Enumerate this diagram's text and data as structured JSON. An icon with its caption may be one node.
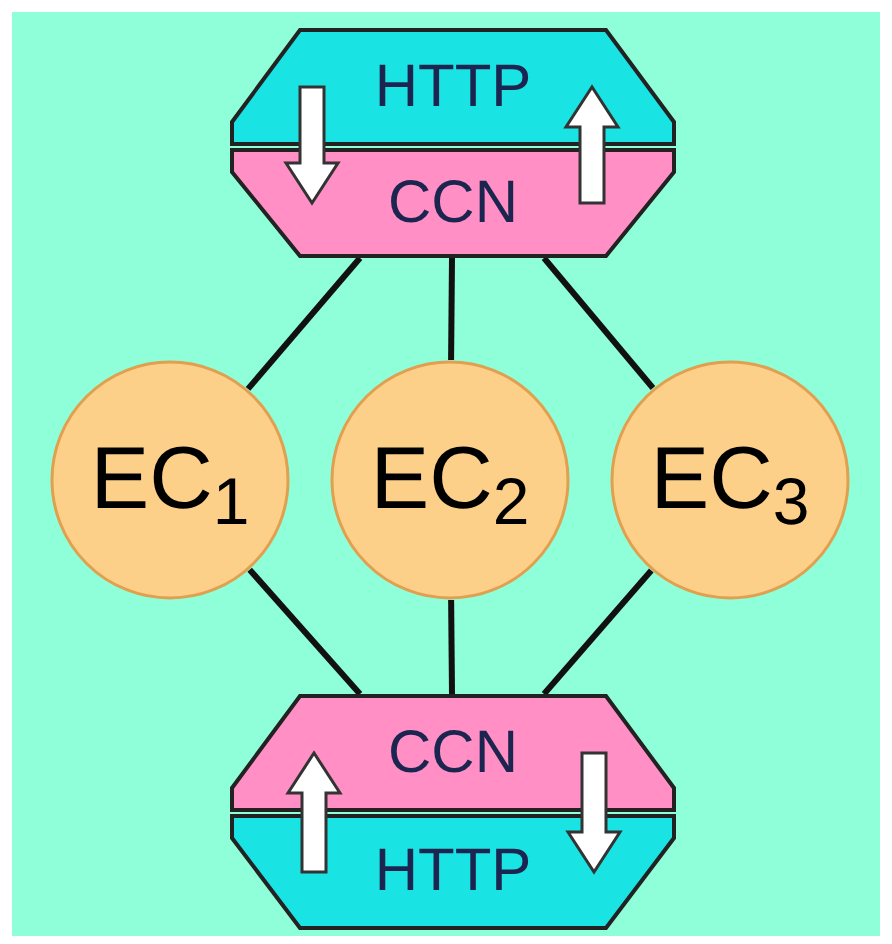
{
  "diagram": {
    "nodes": [
      {
        "text": [
          "HTTP"
        ]
      },
      {
        "text": [
          "CCN"
        ]
      },
      {
        "text": [
          "EC$_{1}$"
        ]
      },
      {
        "text": [
          "EC$_{2}$"
        ]
      },
      {
        "text": [
          "EC$_{3}$"
        ]
      },
      {
        "text": [
          "CCN"
        ]
      },
      {
        "text": [
          "HTTP"
        ]
      }
    ],
    "edges": [
      {
        "from": 0,
        "to": 1,
        "arrow": "to",
        "style": "thick",
        "color": "#ffffff"
      },
      {
        "from": 1,
        "to": 0,
        "arrow": "to",
        "style": "thick",
        "color": "#ffffff"
      },
      {
        "from": 1,
        "to": 2,
        "arrow": "none"
      },
      {
        "from": 1,
        "to": 3,
        "arrow": "none"
      },
      {
        "from": 1,
        "to": 4,
        "arrow": "none"
      },
      {
        "from": 2,
        "to": 5,
        "arrow": "none"
      },
      {
        "from": 3,
        "to": 5,
        "arrow": "none"
      },
      {
        "from": 4,
        "to": 5,
        "arrow": "none"
      },
      {
        "from": 6,
        "to": 5,
        "arrow": "to",
        "style": "thick",
        "color": "#ffffff"
      },
      {
        "from": 5,
        "to": 6,
        "arrow": "to",
        "style": "thick",
        "color": "#ffffff"
      }
    ]
  }
}
